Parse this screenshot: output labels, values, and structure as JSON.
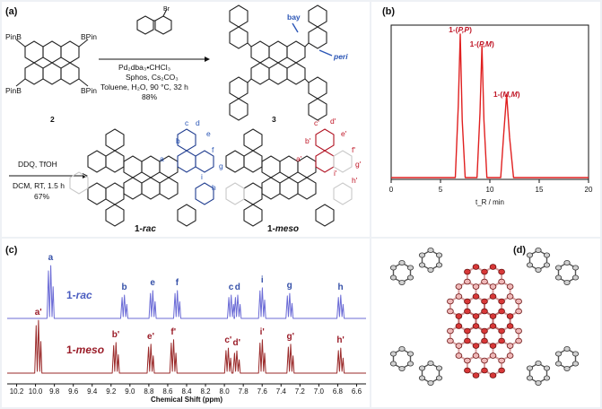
{
  "panels": {
    "a": "(a)",
    "b": "(b)",
    "c": "(c)",
    "d": "(d)"
  },
  "scheme": {
    "reagent_above": "2-bromobiphenyl",
    "cond1": [
      "Pd₂dba₃•CHCl₃",
      "Sphos, Cs₂CO₃",
      "Toluene, H₂O, 90 °C, 32 h",
      "88%"
    ],
    "cond2": [
      "DDQ, TfOH",
      "DCM, RT, 1.5 h",
      "67%"
    ],
    "pinb": "PinB",
    "bpin": "BPin",
    "compound2": "2",
    "compound3": "3",
    "bay": "bay",
    "peri": "peri",
    "rac_num": "1-",
    "rac_tag": "rac",
    "meso_num": "1-",
    "meso_tag": "meso",
    "rac_labels": [
      "a",
      "b",
      "c",
      "d",
      "e",
      "f",
      "g",
      "h",
      "i"
    ],
    "meso_labels": [
      "a'",
      "b'",
      "c'",
      "d'",
      "e'",
      "f'",
      "g'",
      "h'",
      "i'"
    ]
  },
  "chart_data": [
    {
      "type": "line",
      "panel": "b",
      "xlabel": "t_R / min",
      "xlim": [
        0,
        20
      ],
      "xticks": [
        0,
        5,
        10,
        15,
        20
      ],
      "series": [
        {
          "x": [
            0,
            6.5,
            6.8,
            7.0,
            7.2,
            7.5,
            8.7,
            9.0,
            9.2,
            9.4,
            9.7,
            11.1,
            11.4,
            11.7,
            12.0,
            12.4,
            20
          ],
          "y": [
            0,
            0,
            0.5,
            1.0,
            0.4,
            0,
            0,
            0.45,
            0.92,
            0.4,
            0,
            0,
            0.3,
            0.58,
            0.28,
            0,
            0
          ]
        }
      ],
      "peaks": [
        {
          "label_num": "1-(",
          "label_it": "P,P",
          "label_end": ")",
          "x": 7.0
        },
        {
          "label_num": "1-(",
          "label_it": "P,M",
          "label_end": ")",
          "x": 9.2
        },
        {
          "label_num": "1-(",
          "label_it": "M,M",
          "label_end": ")",
          "x": 11.7
        }
      ],
      "color": "#e02020"
    },
    {
      "type": "line",
      "panel": "c",
      "xlabel": "Chemical Shift (ppm)",
      "xlim": [
        10.3,
        6.5
      ],
      "xticks": [
        10.2,
        10.0,
        9.8,
        9.6,
        9.4,
        9.2,
        9.0,
        8.8,
        8.6,
        8.4,
        8.2,
        8.0,
        7.8,
        7.6,
        7.4,
        7.2,
        7.0,
        6.8,
        6.6
      ],
      "series": [
        {
          "name": "1-rac",
          "color": "#6b6bd6",
          "peaks": [
            {
              "label": "a",
              "ppm": 9.84,
              "h": 0.95
            },
            {
              "label": "b",
              "ppm": 9.06,
              "h": 0.42
            },
            {
              "label": "e",
              "ppm": 8.76,
              "h": 0.5
            },
            {
              "label": "f",
              "ppm": 8.5,
              "h": 0.5
            },
            {
              "label": "c",
              "ppm": 7.93,
              "h": 0.42
            },
            {
              "label": "d",
              "ppm": 7.86,
              "h": 0.42
            },
            {
              "label": "i",
              "ppm": 7.6,
              "h": 0.55
            },
            {
              "label": "g",
              "ppm": 7.31,
              "h": 0.45
            },
            {
              "label": "h",
              "ppm": 6.77,
              "h": 0.42
            }
          ]
        },
        {
          "name": "1-meso",
          "color": "#9a2a2a",
          "peaks": [
            {
              "label": "a'",
              "ppm": 9.97,
              "h": 0.95
            },
            {
              "label": "b'",
              "ppm": 9.15,
              "h": 0.55
            },
            {
              "label": "e'",
              "ppm": 8.78,
              "h": 0.52
            },
            {
              "label": "f'",
              "ppm": 8.54,
              "h": 0.6
            },
            {
              "label": "c'",
              "ppm": 7.96,
              "h": 0.45
            },
            {
              "label": "d'",
              "ppm": 7.87,
              "h": 0.4
            },
            {
              "label": "i'",
              "ppm": 7.6,
              "h": 0.6
            },
            {
              "label": "g'",
              "ppm": 7.3,
              "h": 0.52
            },
            {
              "label": "h'",
              "ppm": 6.77,
              "h": 0.45
            }
          ]
        }
      ]
    }
  ]
}
